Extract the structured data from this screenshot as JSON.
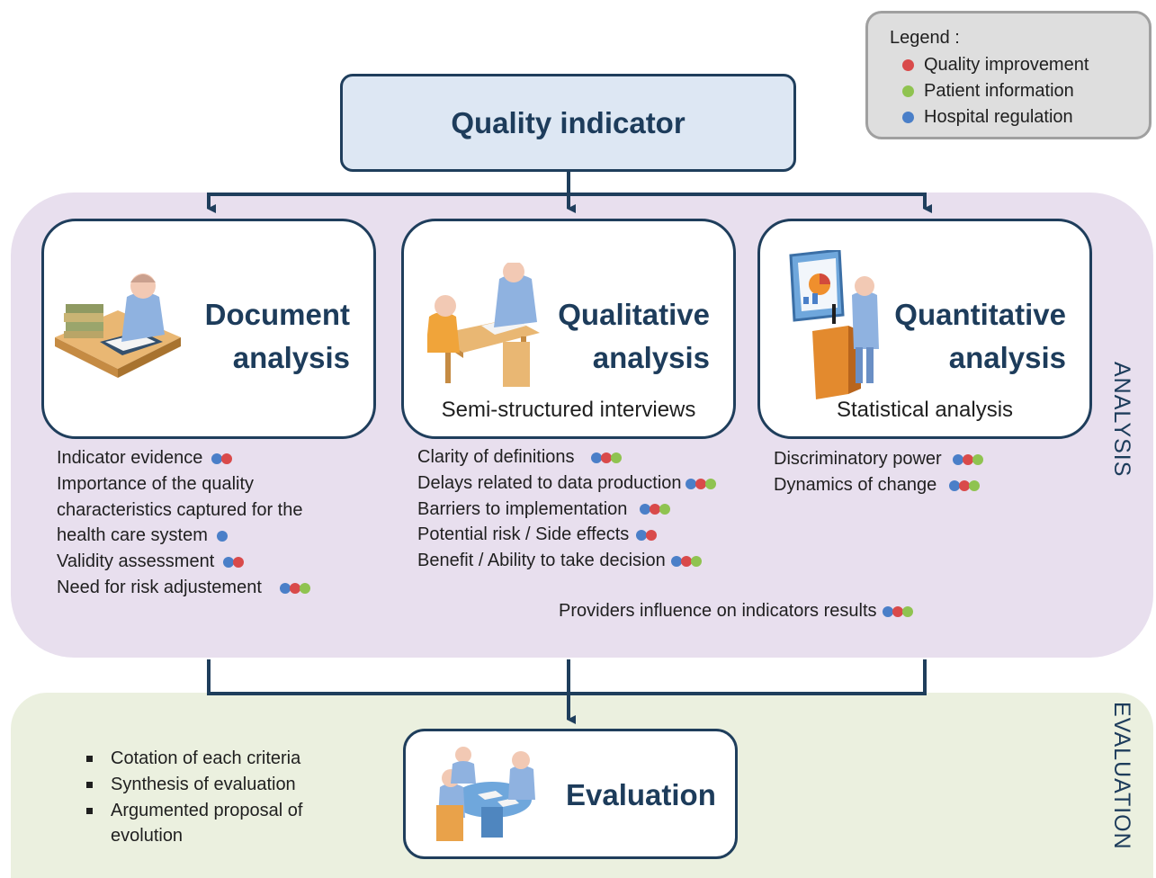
{
  "legend": {
    "title": "Legend :",
    "items": [
      {
        "label": "Quality improvement",
        "color": "#d94a4a"
      },
      {
        "label": "Patient information",
        "color": "#8fc350"
      },
      {
        "label": "Hospital regulation",
        "color": "#4a7fc8"
      }
    ]
  },
  "quality_indicator": "Quality indicator",
  "analysis_label": "ANALYSIS",
  "evaluation_label": "EVALUATION",
  "document": {
    "heading_line1": "Document",
    "heading_line2": "analysis",
    "criteria": [
      {
        "text": "Indicator evidence",
        "dots": [
          "blue",
          "red"
        ]
      },
      {
        "text": "Importance of the quality",
        "dots": []
      },
      {
        "text": "characteristics captured for the",
        "dots": []
      },
      {
        "text": "health care system",
        "dots": [
          "blue"
        ]
      },
      {
        "text": "Validity assessment",
        "dots": [
          "blue",
          "red"
        ]
      },
      {
        "text": "Need for risk adjustement",
        "dots": [
          "blue",
          "red",
          "green"
        ]
      }
    ]
  },
  "qualitative": {
    "heading_line1": "Qualitative",
    "heading_line2": "analysis",
    "subtitle": "Semi-structured interviews",
    "criteria": [
      {
        "text": "Clarity of definitions",
        "dots": [
          "blue",
          "red",
          "green"
        ]
      },
      {
        "text": "Delays related to data production",
        "dots": [
          "blue",
          "red",
          "green"
        ]
      },
      {
        "text": "Barriers to implementation",
        "dots": [
          "blue",
          "red",
          "green"
        ]
      },
      {
        "text": "Potential risk / Side effects",
        "dots": [
          "blue",
          "red"
        ]
      },
      {
        "text": "Benefit / Ability to take decision",
        "dots": [
          "blue",
          "red",
          "green"
        ]
      }
    ]
  },
  "quantitative": {
    "heading_line1": "Quantitative",
    "heading_line2": "analysis",
    "subtitle": "Statistical analysis",
    "criteria": [
      {
        "text": "Discriminatory power",
        "dots": [
          "blue",
          "red",
          "green"
        ]
      },
      {
        "text": "Dynamics of change",
        "dots": [
          "blue",
          "red",
          "green"
        ]
      }
    ]
  },
  "providers": {
    "text": "Providers influence on indicators results",
    "dots": [
      "blue",
      "red",
      "green"
    ]
  },
  "evaluation": {
    "heading": "Evaluation",
    "items": [
      "Cotation of each criteria",
      "Synthesis of evaluation",
      "Argumented proposal of"
    ],
    "continuation": "evolution"
  },
  "colors": {
    "red": "#d94a4a",
    "green": "#8fc350",
    "blue": "#4a7fc8",
    "navy": "#1d3c5b"
  }
}
